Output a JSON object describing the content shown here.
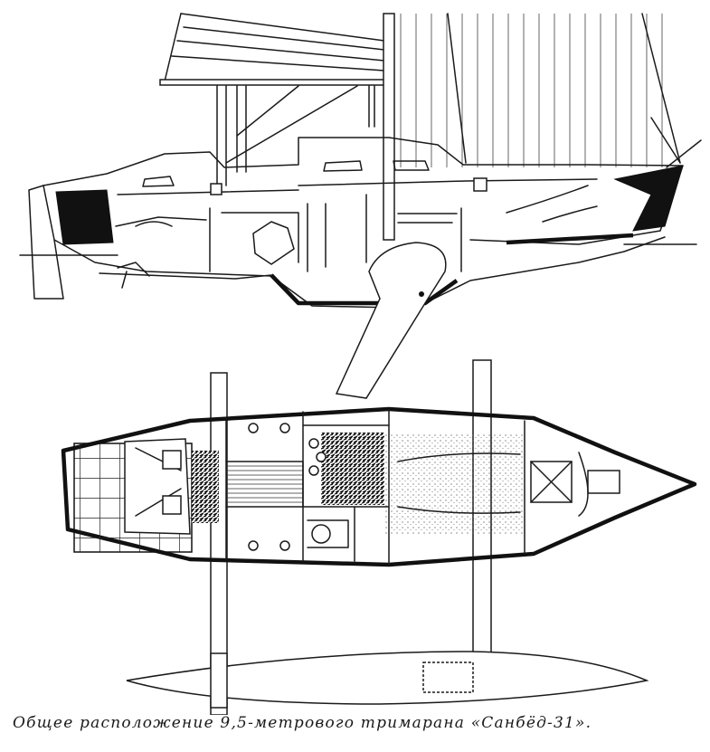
{
  "caption": "Общее расположение 9,5-метрового тримарана «Санбёд-31».",
  "views": [
    "side-profile",
    "deck-plan",
    "outrigger-float"
  ],
  "colors": {
    "ink": "#1a1a1a",
    "paper": "#ffffff"
  }
}
